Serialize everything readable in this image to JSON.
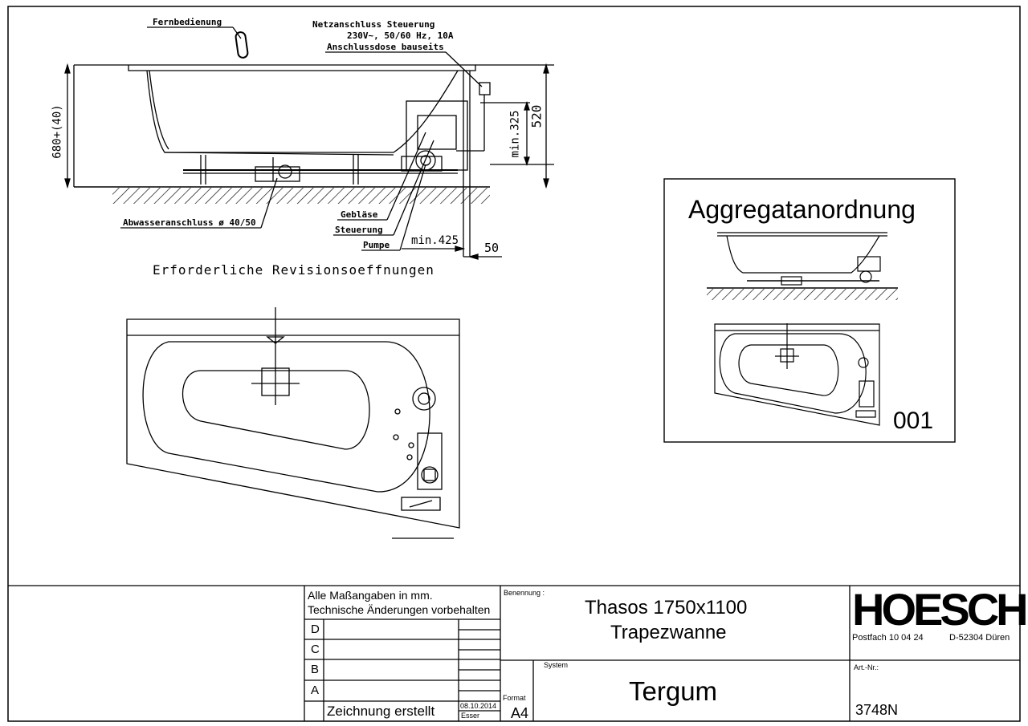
{
  "side_view": {
    "label_remote": "Fernbedienung",
    "label_power_1": "Netzanschluss Steuerung",
    "label_power_2": "230V~, 50/60 Hz, 10A",
    "label_power_3": "Anschlussdose bauseits",
    "dim_height": "680+(40)",
    "dim_min325": "min.325",
    "dim_520": "520",
    "label_drain": "Abwasseranschluss ø 40/50",
    "label_blower": "Gebläse",
    "label_control": "Steuerung",
    "label_pump": "Pumpe",
    "dim_min425": "min.425",
    "dim_50": "50"
  },
  "revision_title": "Erforderliche Revisionsoeffnungen",
  "inset": {
    "title": "Aggregatanordnung",
    "number": "001"
  },
  "title_block": {
    "note_1": "Alle Maßangaben in mm.",
    "note_2": "Technische Änderungen vorbehalten",
    "rev_letters": [
      "D",
      "C",
      "B",
      "A"
    ],
    "created_label": "Zeichnung erstellt",
    "created_date": "08.10.2014",
    "created_by": "Esser",
    "benennung_label": "Benennung :",
    "name_1": "Thasos 1750x1100",
    "name_2": "Trapezwanne",
    "system_label": "System",
    "system_value": "Tergum",
    "format_label": "Format",
    "format_value": "A4",
    "brand": "HOESCH",
    "address_1": "Postfach 10 04 24",
    "address_2": "D-52304 Düren",
    "art_label": "Art.-Nr.:",
    "art_value": "3748N"
  }
}
